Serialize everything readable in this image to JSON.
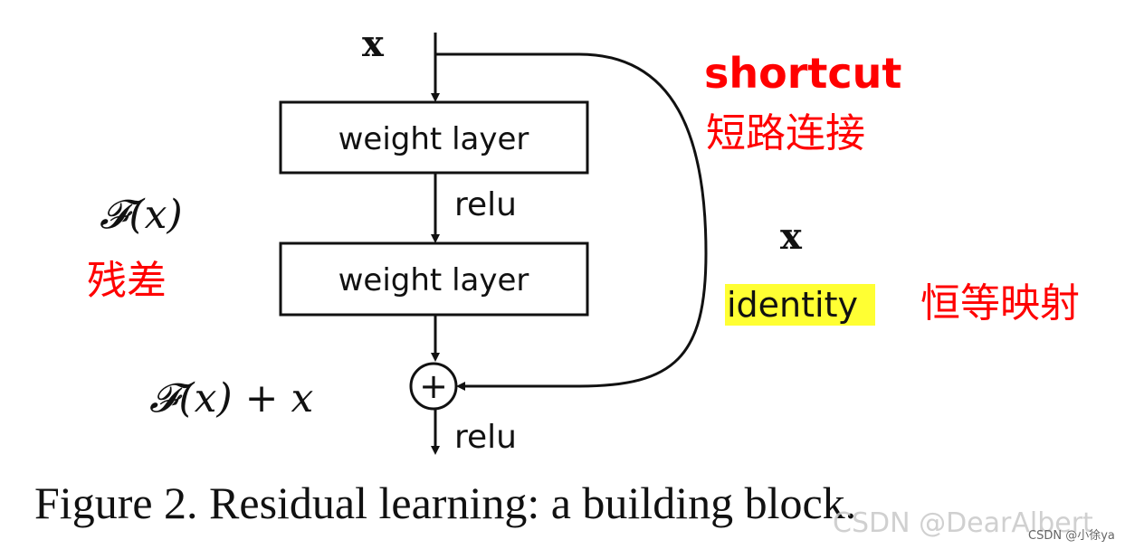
{
  "diagram": {
    "input_x": "x",
    "layer1": "weight layer",
    "layer2": "weight layer",
    "relu_mid": "relu",
    "relu_out": "relu",
    "residual_formula": "𝓕(x)",
    "output_formula": "𝓕(x) + x",
    "plus_symbol": "+",
    "identity_x": "x",
    "identity_label": "identity",
    "caption": "Figure 2. Residual learning: a building block."
  },
  "annotations": {
    "shortcut_en": "shortcut",
    "shortcut_zh": "短路连接",
    "residual_zh": "残差",
    "identity_zh": "恒等映射"
  },
  "watermark": {
    "main": "CSDN @DearAlbert",
    "small": "CSDN @小徐ya"
  },
  "colors": {
    "annotation": "#ff0000",
    "highlight": "#ffff33",
    "ink": "#111111"
  }
}
